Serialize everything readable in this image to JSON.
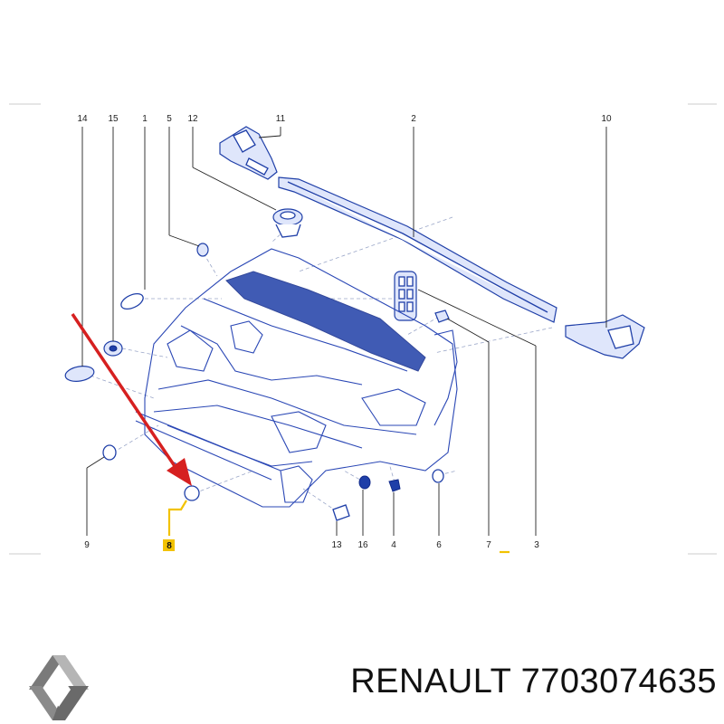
{
  "diagram": {
    "callouts": {
      "c14": "14",
      "c15": "15",
      "c1": "1",
      "c5": "5",
      "c12": "12",
      "c11": "11",
      "c2": "2",
      "c10": "10",
      "c9": "9",
      "c8": "8",
      "c13": "13",
      "c16": "16",
      "c4": "4",
      "c6": "6",
      "c7": "7",
      "c3": "3"
    },
    "highlighted_callout": "8",
    "highlight_color": "#f2c200",
    "arrow_color": "#d62020",
    "part_color": "#1f3fa8"
  },
  "footer": {
    "brand_part": "RENAULT 7703074635",
    "logo_icon": "renault-diamond-logo"
  }
}
